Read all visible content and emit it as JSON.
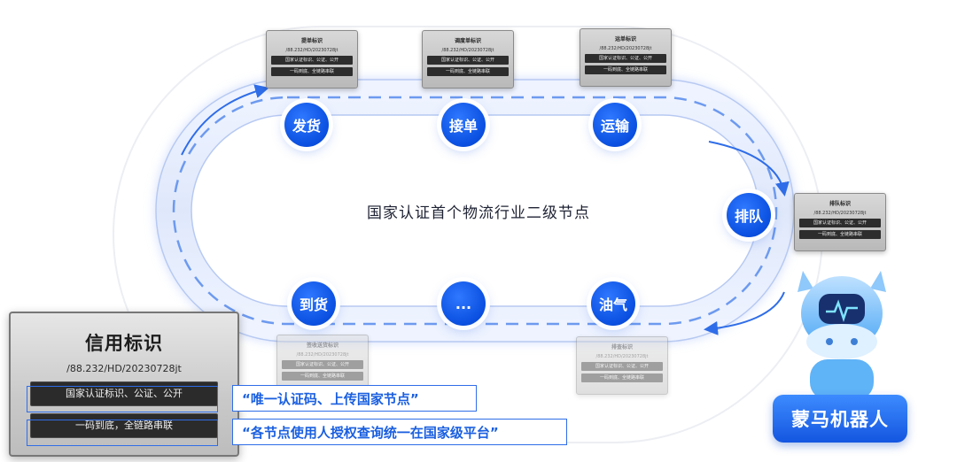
{
  "diagram": {
    "center_title": "国家认证首个物流行业二级节点",
    "nodes": [
      "发货",
      "接单",
      "运输",
      "排队",
      "到货",
      "...",
      "油气"
    ],
    "mini_cards": [
      {
        "title": "提单标识",
        "id": "/88.232/HD/20230728jt",
        "rows": [
          "国家认证标识、公证、公开",
          "一码到底、全链路串联"
        ]
      },
      {
        "title": "调度单标识",
        "id": "/88.232/HD/20230728jt",
        "rows": [
          "国家认证标识、公证、公开",
          "一码到底、全链路串联"
        ]
      },
      {
        "title": "运单标识",
        "id": "/88.232/HD/20230728jt",
        "rows": [
          "国家认证标识、公证、公开",
          "一码到底、全链路串联"
        ]
      },
      {
        "title": "排队标识",
        "id": "/88.232/HD/20230728jt",
        "rows": [
          "国家认证标识、公证、公开",
          "一码到底、全链路串联"
        ]
      },
      {
        "title": "签收送货标识",
        "id": "/88.232/HD/20230728jt",
        "rows": [
          "国家认证标识、公证、公开",
          "一码到底、全链路串联"
        ]
      },
      {
        "title": "排查标识",
        "id": "/88.232/HD/20230728jt",
        "rows": [
          "国家认证标识、公证、公开",
          "一码到底、全链路串联"
        ]
      }
    ],
    "credit_card": {
      "title": "信用标识",
      "id": "/88.232/HD/20230728jt",
      "row1": "国家认证标识、公证、公开",
      "row2": "一码到底，全链路串联"
    },
    "callouts": [
      "“唯一认证码、上传国家节点”",
      "“各节点使用人授权查询统一在国家级平台”"
    ],
    "mascot": {
      "label": "蒙马机器人",
      "icon": "robot-mascot-icon"
    },
    "colors": {
      "accent": "#0a4fe0",
      "callout": "#1a5fe0",
      "card": "#c9c9c9"
    }
  }
}
